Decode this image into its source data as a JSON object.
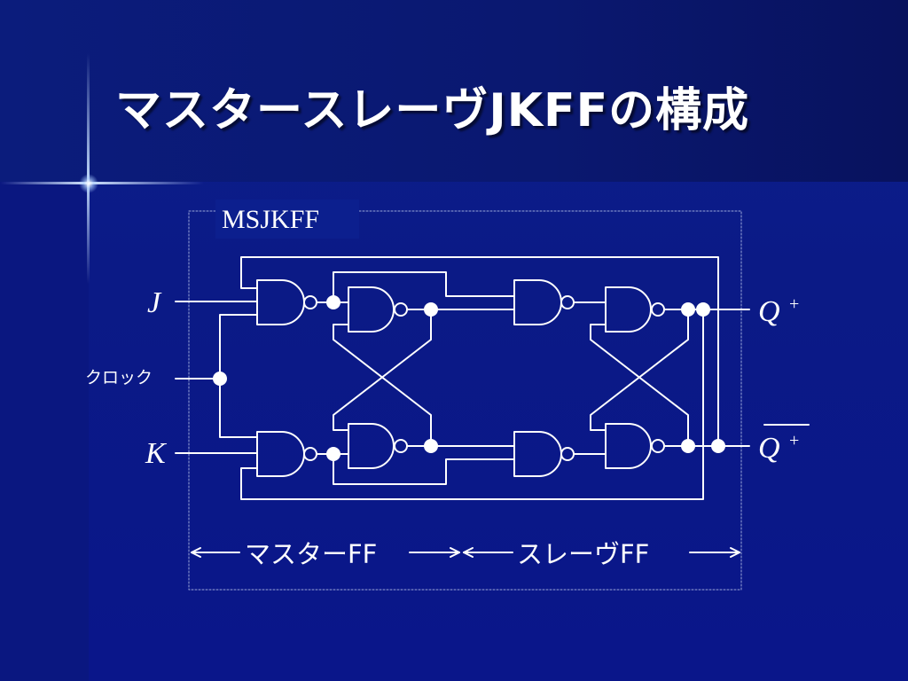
{
  "slide": {
    "title": "マスタースレーヴJKFFの構成",
    "module_label": "MSJKFF",
    "inputs": {
      "j": "J",
      "clock": "クロック",
      "k": "K"
    },
    "outputs": {
      "q": "Q",
      "q_bar": "Q",
      "superscript": "+"
    },
    "stage_labels": {
      "master": "マスターFF",
      "slave": "スレーヴFF"
    },
    "colors": {
      "background": "#0c1f8e",
      "line": "#ffffff",
      "text": "#ffffff"
    }
  }
}
